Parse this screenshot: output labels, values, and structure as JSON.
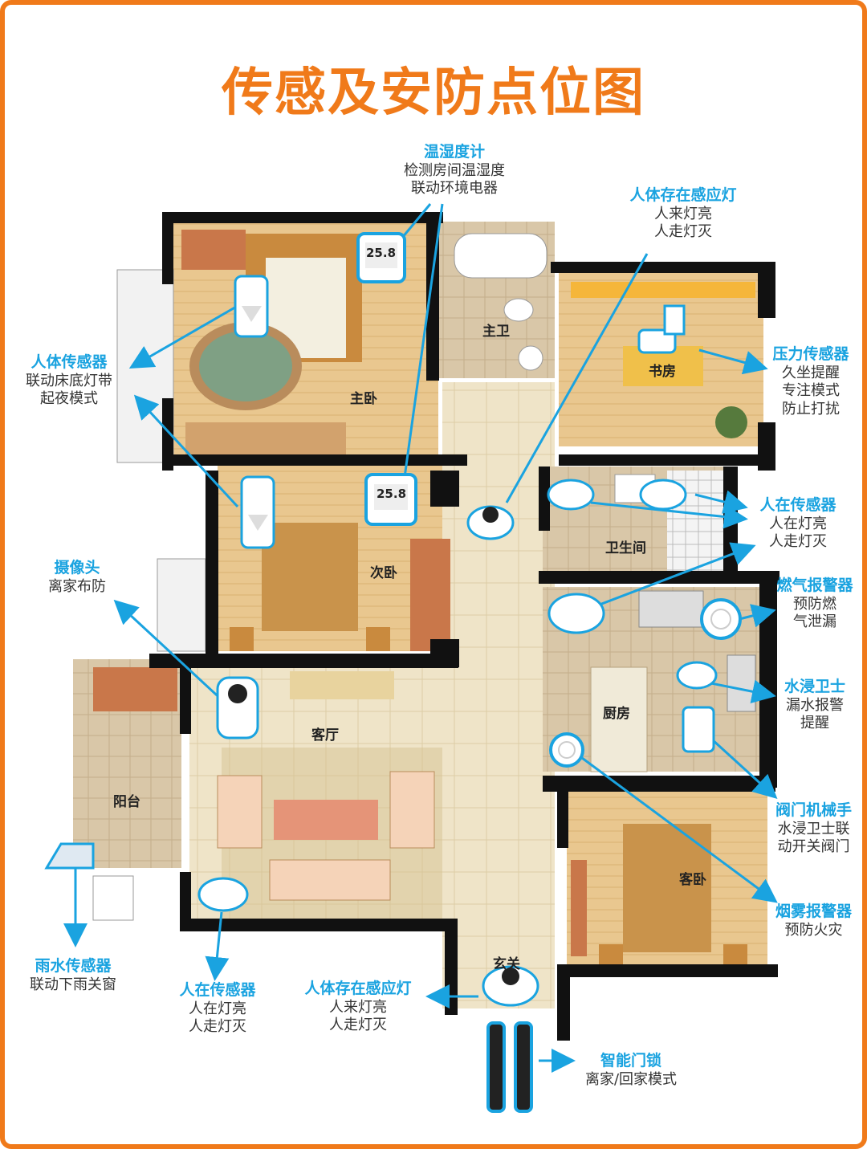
{
  "title": "传感及安防点位图",
  "rooms": {
    "master_bed": "主卧",
    "master_bath": "主卫",
    "study": "书房",
    "second_bed": "次卧",
    "bathroom": "卫生间",
    "kitchen": "厨房",
    "living": "客厅",
    "balcony": "阳台",
    "guest_bed": "客卧",
    "entrance": "玄关"
  },
  "devices": {
    "thermo_reading": "25.8",
    "thermo": {
      "name": "温湿度计",
      "line1": "检测房间温湿度",
      "line2": "联动环境电器"
    },
    "presence_light_top": {
      "name": "人体存在感应灯",
      "line1": "人来灯亮",
      "line2": "人走灯灭"
    },
    "body_sensor": {
      "name": "人体传感器",
      "line1": "联动床底灯带",
      "line2": "起夜模式"
    },
    "pressure": {
      "name": "压力传感器",
      "line1": "久坐提醒",
      "line2": "专注模式",
      "line3": "防止打扰"
    },
    "presence_right": {
      "name": "人在传感器",
      "line1": "人在灯亮",
      "line2": "人走灯灭"
    },
    "camera": {
      "name": "摄像头",
      "line1": "离家布防"
    },
    "gas": {
      "name": "燃气报警器",
      "line1": "预防燃",
      "line2": "气泄漏"
    },
    "water": {
      "name": "水浸卫士",
      "line1": "漏水报警",
      "line2": "提醒"
    },
    "valve": {
      "name": "阀门机械手",
      "line1": "水浸卫士联",
      "line2": "动开关阀门"
    },
    "smoke": {
      "name": "烟雾报警器",
      "line1": "预防火灾"
    },
    "rain": {
      "name": "雨水传感器",
      "line1": "联动下雨关窗"
    },
    "presence_bottom": {
      "name": "人在传感器",
      "line1": "人在灯亮",
      "line2": "人走灯灭"
    },
    "presence_light_bottom": {
      "name": "人体存在感应灯",
      "line1": "人来灯亮",
      "line2": "人走灯灭"
    },
    "lock": {
      "name": "智能门锁",
      "line1": "离家/回家模式"
    }
  }
}
